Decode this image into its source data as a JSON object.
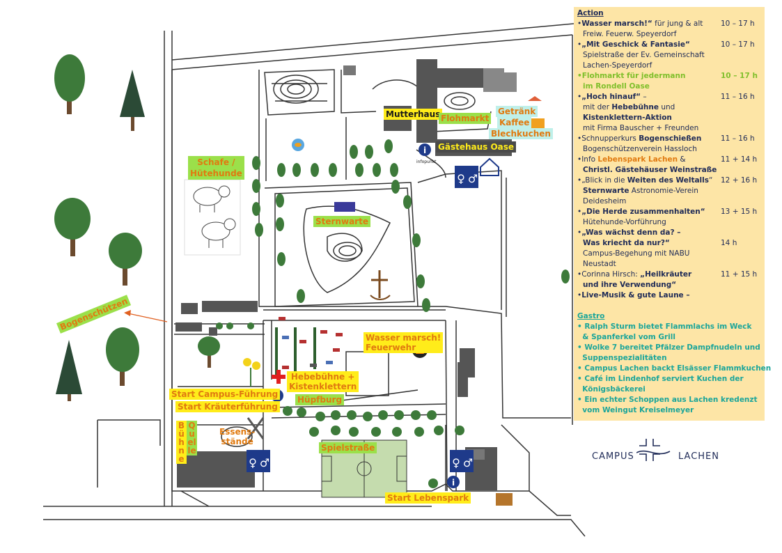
{
  "map_labels": {
    "mutterhaus": "Mutterhaus",
    "flohmarkt": "Flohmarkt",
    "getraenk": "Getränk",
    "kaffee": "Kaffee",
    "blechkuchen": "Blechkuchen",
    "gaestehaus": "Gästehaus Oase",
    "infopunkt": "infopunkt",
    "schafe_l1": "Schafe /",
    "schafe_l2": "Hütehunde",
    "sternwarte": "Sternwarte",
    "bogenschuetzen": "Bogenschützen",
    "wasser_l1": "Wasser marsch!",
    "wasser_l2": "Feuerwehr",
    "hebe_l1": "Hebebühne +",
    "hebe_l2": "Kistenklettern",
    "huepfburg": "Hüpfburg",
    "start_campus": "Start Campus-Führung",
    "start_kraeuter": "Start Kräuterführung",
    "buehne": "Bühne",
    "quelle": "Quelle",
    "essen_l1": "Essens-",
    "essen_l2": "stände",
    "spielstrasse": "Spielstraße",
    "start_lebenspark": "Start Lebenspark"
  },
  "panel": {
    "action_title": "Action",
    "events": [
      {
        "lines": [
          "<b>Wasser marsch!“</b> für jung & alt",
          "Freiw. Feuerw. Speyerdorf"
        ],
        "hours": "10 – 17 h",
        "prefix": "•"
      },
      {
        "lines": [
          "<b>„Mit Geschick & Fantasie“</b>",
          "Spielstraße der Ev. Gemeinschaft",
          "Lachen-Speyerdorf"
        ],
        "hours": "10 – 17 h",
        "prefix": "•"
      },
      {
        "lines": [
          "Flohmarkt für jedermann",
          "im Rondell Oase"
        ],
        "hours": "10 – 17 h",
        "prefix": "•",
        "cls": "green"
      },
      {
        "lines": [
          "<b>„Hoch hinauf“</b> –",
          "mit der <b>Hebebühne</b> und",
          "<b>Kistenklettern-Aktion</b>",
          "mit Firma Bauscher + Freunden"
        ],
        "hours": "11 – 16 h",
        "prefix": "•"
      },
      {
        "lines": [
          "Schnupperkurs <b>Bogenschießen</b>",
          "Bogenschützenverein Hassloch"
        ],
        "hours": "11 – 16 h",
        "prefix": "•"
      },
      {
        "lines": [
          "Info  <span class='orange'>Lebenspark Lachen</span> &",
          "<b>Christl. Gästehäuser Weinstraße</b>"
        ],
        "hours": "11 + 14 h",
        "prefix": "•"
      },
      {
        "lines": [
          "„Blick in die <b>Weiten des Weltalls</b>“",
          "<b>Sternwarte</b> Astronomie-Verein Deidesheim"
        ],
        "hours": "12 + 16 h",
        "prefix": "•"
      },
      {
        "lines": [
          "<b>„Die Herde zusammenhalten“</b>",
          "Hütehunde-Vorführung"
        ],
        "hours": "13 + 15 h",
        "prefix": "•"
      },
      {
        "lines": [
          "<b>„Was wächst denn da? –</b>",
          "<b>Was kriecht da nur?“</b>",
          "Campus-Begehung mit NABU Neustadt"
        ],
        "hours": "14 h",
        "prefix": "•",
        "hours_row": 1
      },
      {
        "lines": [
          "Corinna Hirsch: <b>„Heilkräuter</b>",
          "<b>und ihre Verwendung“</b>"
        ],
        "hours": "11 + 15 h",
        "prefix": "•"
      },
      {
        "lines": [
          "<b>Live-Musik & gute Laune –</b>"
        ],
        "hours": "",
        "prefix": "•"
      }
    ],
    "gastro_title": "Gastro",
    "gastro": [
      "• Ralph Sturm bietet Flammlachs im Weck",
      "  & Spanferkel vom Grill",
      "• Wolke 7 bereitet Pfälzer Dampfnudeln und",
      "  Suppenspezialitäten",
      "• Campus Lachen backt Elsässer Flammkuchen",
      "• Café im Lindenhof serviert Kuchen der",
      "  Königsbäckerei",
      "• Ein echter Schoppen aus Lachen kredenzt",
      "  vom Weingut Kreiselmeyer"
    ]
  },
  "logo": {
    "left": "CAMPUS",
    "right": "LACHEN"
  },
  "colors": {
    "label_green": "#9be04a",
    "label_yellow": "#ffec1a",
    "label_text": "#e07a10",
    "panel_bg": "#fde5a6",
    "panel_text": "#1e2a57",
    "gastro_text": "#1aa59a",
    "field": "#c5dcae"
  }
}
